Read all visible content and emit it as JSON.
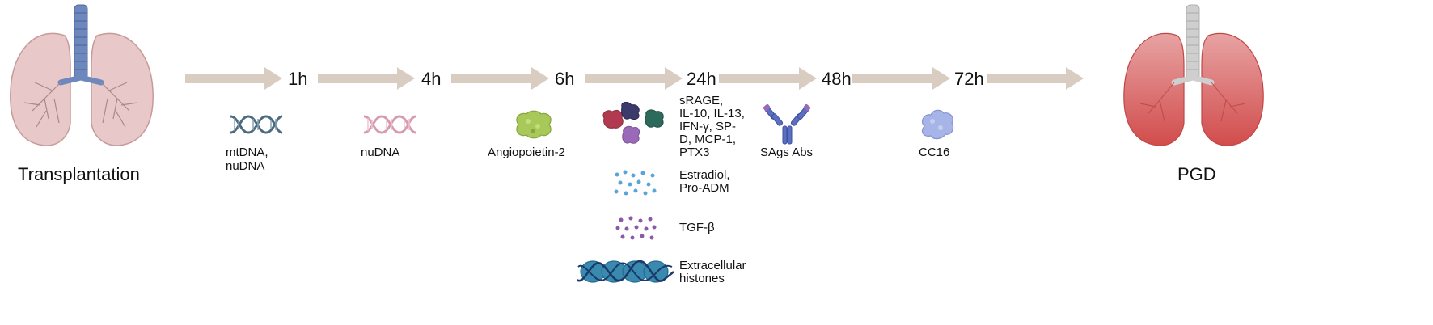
{
  "start": {
    "label": "Transplantation",
    "icon": "healthy-lungs-icon"
  },
  "end": {
    "label": "PGD",
    "icon": "inflamed-lungs-icon"
  },
  "timepoints": [
    "1h",
    "4h",
    "6h",
    "24h",
    "48h",
    "72h"
  ],
  "markers": {
    "t1h": {
      "label": [
        "mtDNA,",
        "nuDNA"
      ],
      "icon": "dna-icon",
      "color": "#4a6b80"
    },
    "t4h": {
      "label": "nuDNA",
      "icon": "dna-icon",
      "color": "#d89ab0"
    },
    "t6h": {
      "label": "Angiopoietin-2",
      "icon": "protein-blob-icon",
      "color": "#a8c85a"
    },
    "t24h": [
      {
        "label": [
          "sRAGE,",
          "IL-10, IL-13,",
          "IFN-γ, SP-",
          "D, MCP-1,",
          "PTX3"
        ],
        "icon": "protein-cluster-icon"
      },
      {
        "label": [
          "Estradiol,",
          "Pro-ADM"
        ],
        "icon": "blue-dots-icon",
        "color": "#5aa5d8"
      },
      {
        "label": "TGF-β",
        "icon": "purple-dots-icon",
        "color": "#8a5aa8"
      },
      {
        "label": [
          "Extracellular",
          "histones"
        ],
        "icon": "nucleosome-icon",
        "color": "#3a8ab0"
      }
    ],
    "t48h": {
      "label": "SAgs Abs",
      "icon": "antibody-icon",
      "color": "#5b6fc2"
    },
    "t72h": {
      "label": "CC16",
      "icon": "protein-blob-icon",
      "color": "#a7b4e8"
    }
  },
  "colors": {
    "arrow": "#d9cdc2",
    "healthy_lung": "#e8c4c4",
    "pgd_lung": "#d45a5a"
  }
}
